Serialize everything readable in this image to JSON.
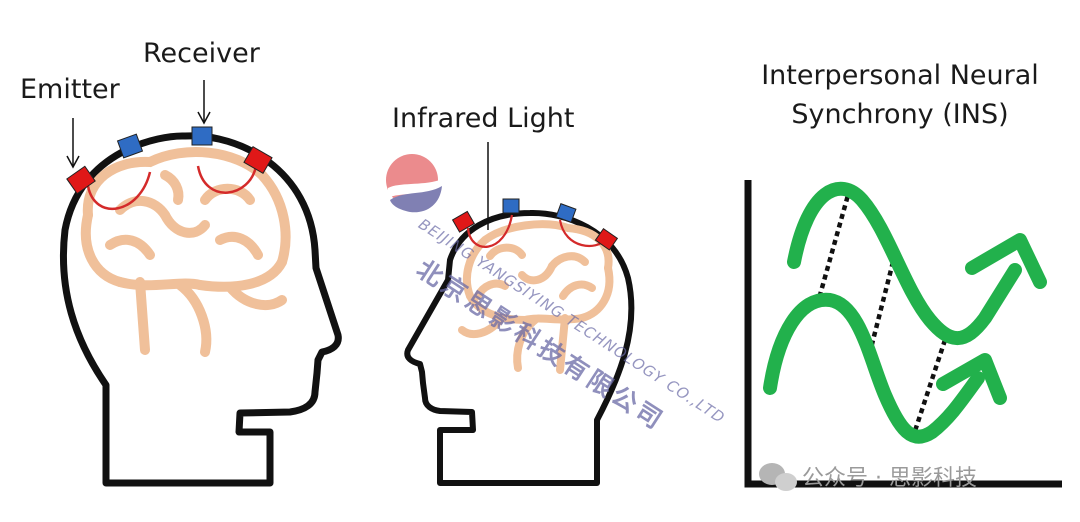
{
  "labels": {
    "emitter": "Emitter",
    "receiver": "Receiver",
    "infrared_light": "Infrared Light",
    "ins_title": "Interpersonal Neural Synchrony (INS)"
  },
  "watermark": {
    "chinese": "北京思影科技有限公司",
    "english": "BEIJING YANGSIYING TECHNOLOGY CO.,LTD"
  },
  "footer": {
    "text": "公众号 · 思影科技",
    "icon": "wechat-icon"
  },
  "colors": {
    "outline": "#111111",
    "brain": "#f0c09a",
    "emitter": "#e01818",
    "receiver": "#2f6cc4",
    "light_arc": "#d42a2a",
    "wave": "#22b14c",
    "sync_line": "#111111",
    "watermark": "#6a6aa6"
  }
}
